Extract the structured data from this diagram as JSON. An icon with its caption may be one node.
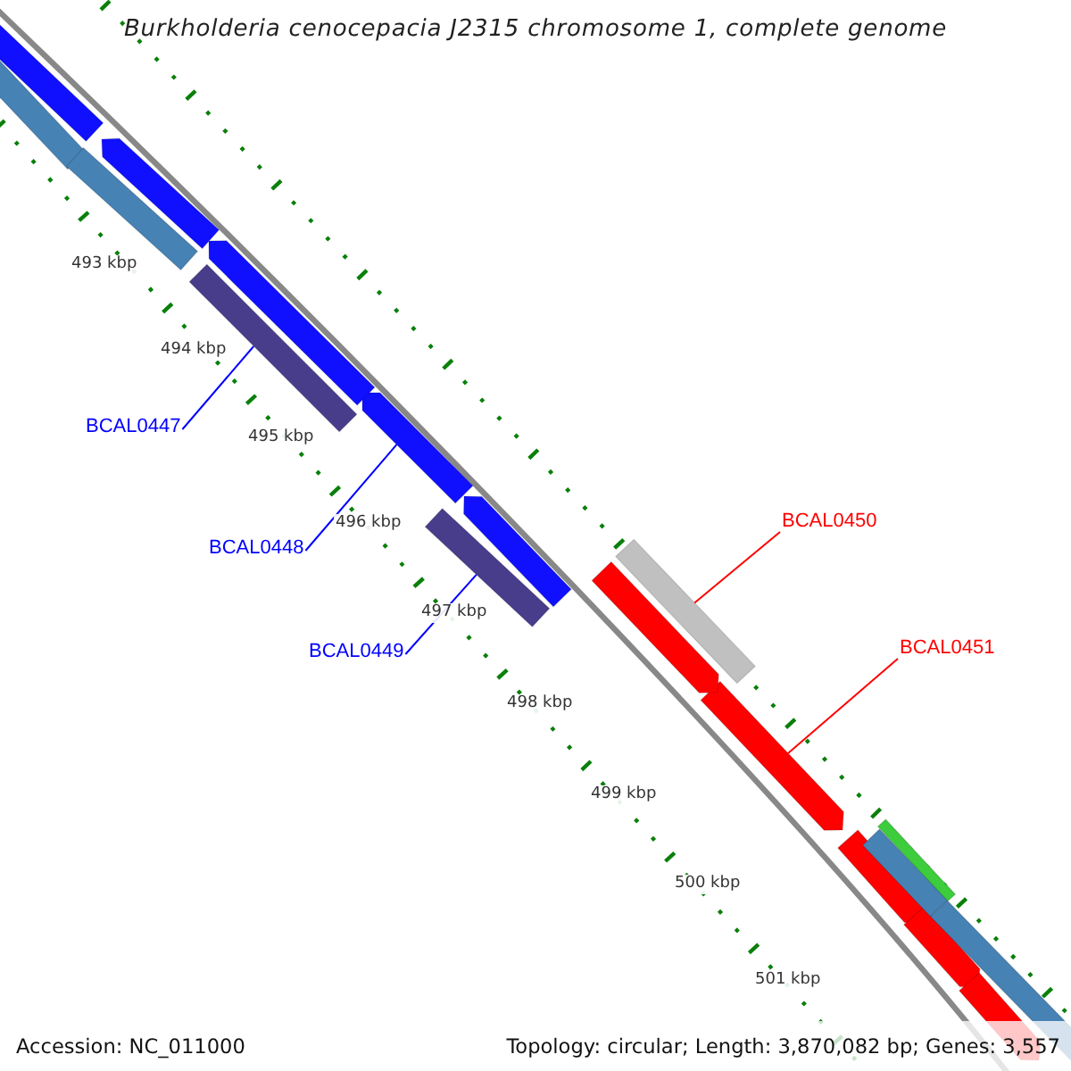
{
  "diagram": {
    "title": "Burkholderia cenocepacia J2315 chromosome 1, complete genome",
    "nodes": [
      {
        "text": [
          "BCAL0447"
        ]
      },
      {
        "text": [],
        "shape": "bar"
      },
      {
        "text": [
          "BCAL0448"
        ]
      },
      {
        "text": [],
        "shape": "bar"
      },
      {
        "text": [
          "BCAL0449"
        ]
      },
      {
        "text": [],
        "shape": "bar"
      },
      {
        "text": [
          "BCAL0450"
        ]
      },
      {
        "text": [],
        "shape": "bar"
      },
      {
        "text": [
          "BCAL0451"
        ]
      },
      {
        "text": [],
        "shape": "bar"
      },
      {
        "text": [],
        "shape": "bar"
      },
      {
        "text": [],
        "shape": "bar"
      },
      {
        "text": [],
        "shape": "bar"
      },
      {
        "text": [],
        "shape": "bar"
      },
      {
        "text": [],
        "shape": "bar"
      },
      {
        "text": [],
        "shape": "bar"
      },
      {
        "text": [],
        "shape": "bar"
      },
      {
        "text": [],
        "shape": "bar"
      },
      {
        "text": [],
        "shape": "bar"
      },
      {
        "text": [],
        "shape": "bar"
      },
      {
        "text": [],
        "shape": "bar"
      },
      {
        "text": [],
        "shape": "bar"
      },
      {
        "text": [],
        "shape": "bar"
      }
    ],
    "edges": [
      {
        "from": 0,
        "to": 1,
        "arrow": "none"
      },
      {
        "from": 2,
        "to": 3,
        "arrow": "none"
      },
      {
        "from": 4,
        "to": 5,
        "arrow": "none"
      },
      {
        "from": 6,
        "to": 7,
        "arrow": "none",
        "color": "#ff0000"
      },
      {
        "from": 8,
        "to": 9,
        "arrow": "none",
        "color": "#ff0000"
      }
    ],
    "labels": [
      "493 kbp",
      "494 kbp",
      "495 kbp",
      "496 kbp",
      "497 kbp",
      "498 kbp",
      "499 kbp",
      "500 kbp",
      "501 kbp",
      "Accession: NC_011000",
      "Topology: circular; Length: 3,870,082 bp; Genes: 3,557"
    ]
  }
}
